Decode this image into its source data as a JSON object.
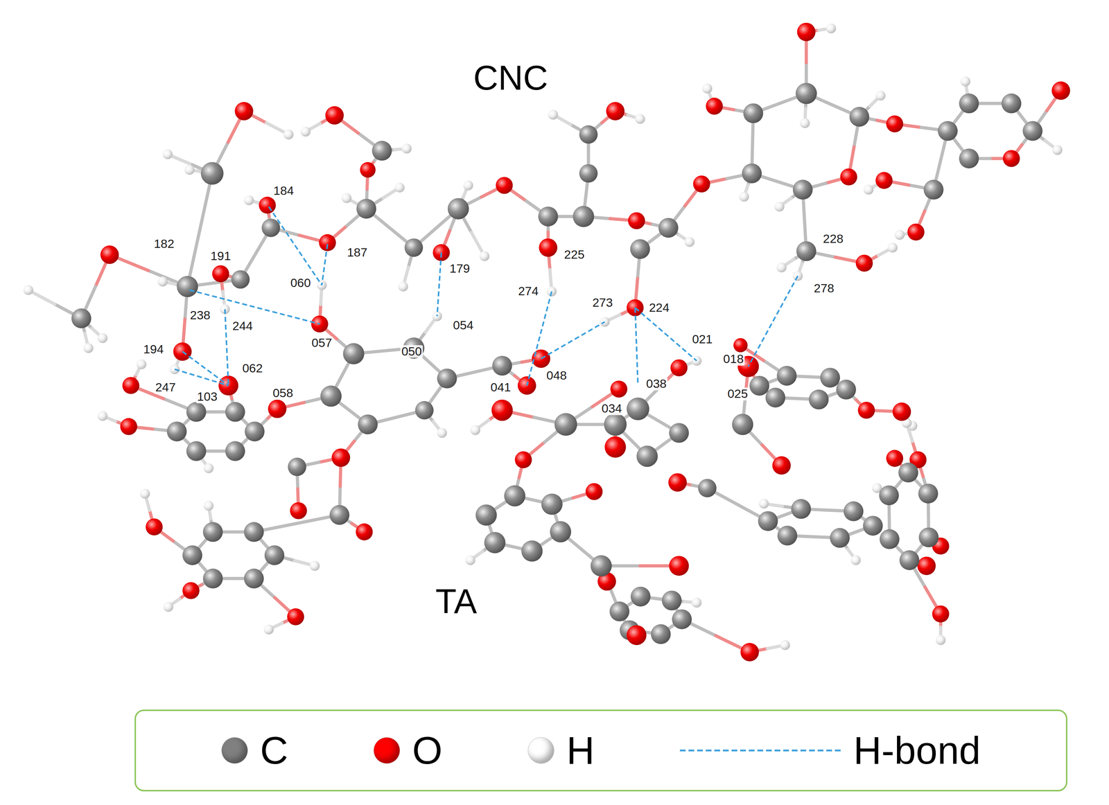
{
  "diagram": {
    "labels": [
      "CNC",
      "184",
      "182",
      "191",
      "187",
      "228",
      "225",
      "179",
      "060",
      "274",
      "278",
      "273",
      "224",
      "238",
      "244",
      "057",
      "054",
      "021",
      "194",
      "050",
      "018",
      "062",
      "048",
      "247",
      "041",
      "038",
      "058",
      "025",
      "103",
      "034",
      "TA"
    ],
    "legend": [
      {
        "text": "C",
        "color": "#808080"
      },
      {
        "text": "O",
        "color": "#ff0000"
      },
      {
        "text": "H",
        "color": "#ffffff"
      },
      {
        "text": "H-bond"
      }
    ]
  }
}
